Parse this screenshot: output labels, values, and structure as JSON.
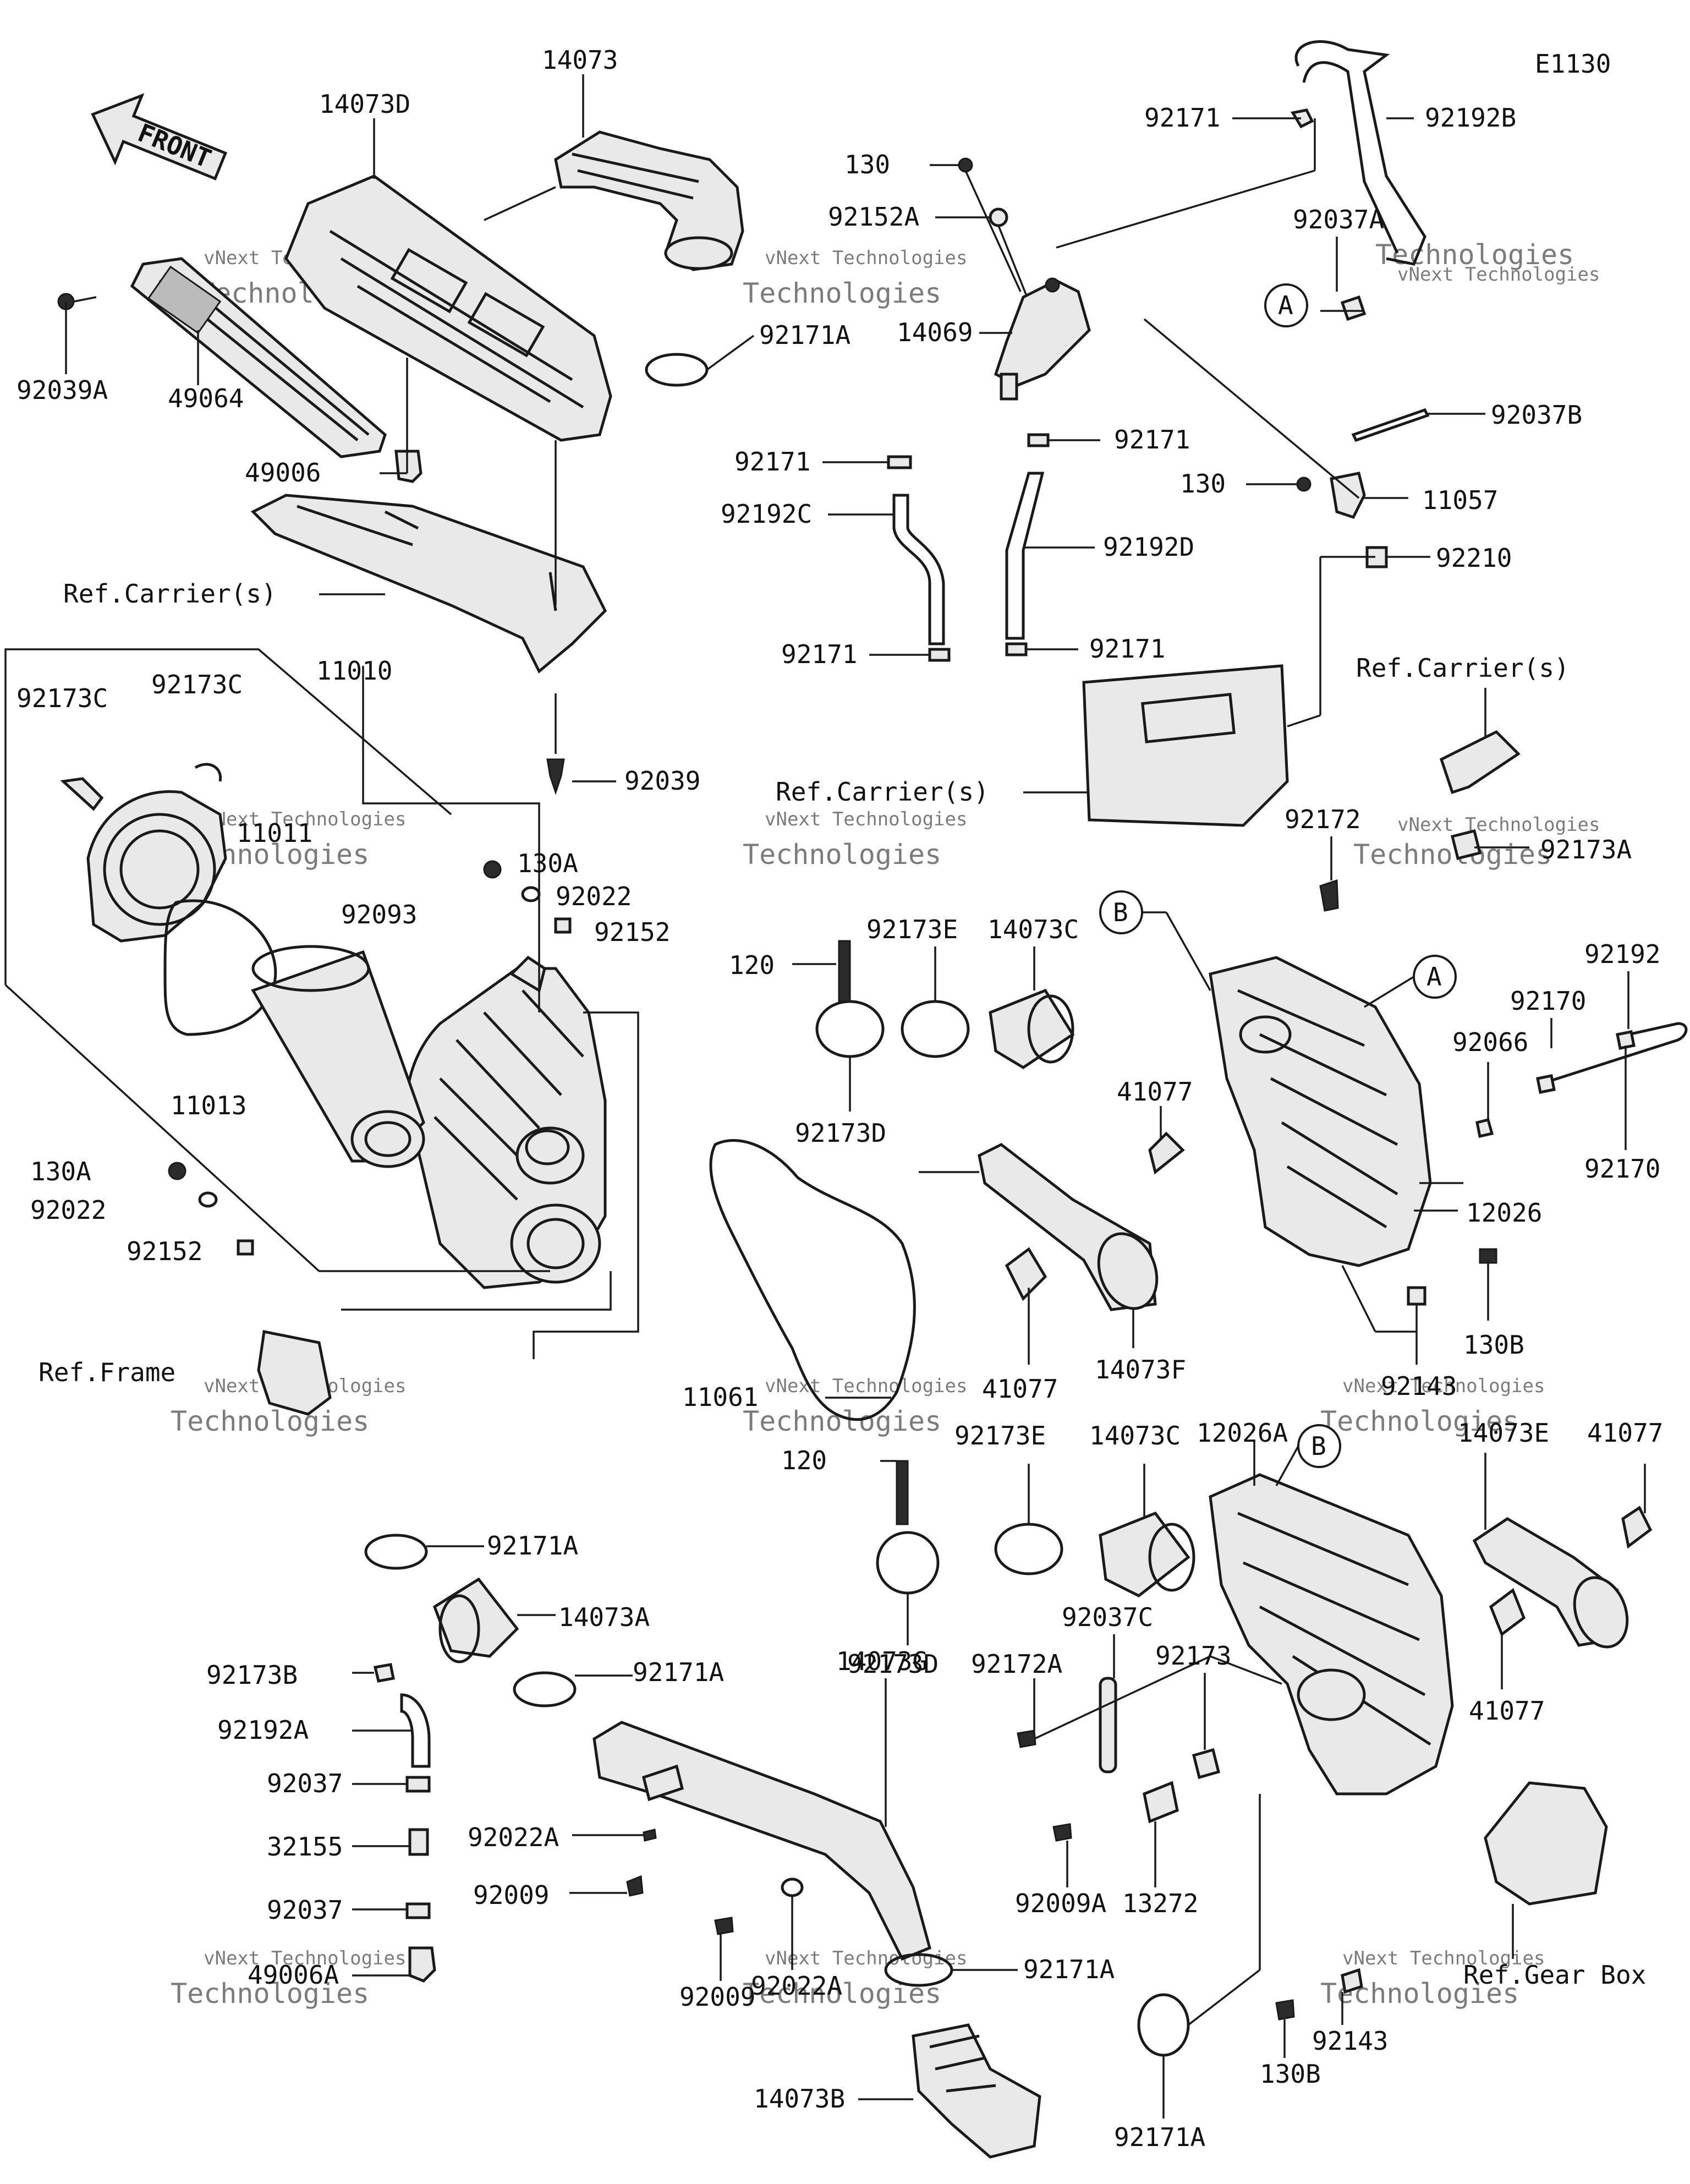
{
  "diagram_code": "E1130",
  "front_label": "FRONT",
  "watermark_line1": "vNext Technologies",
  "watermark_line2": "vNext",
  "watermark_line3": "Technologies",
  "ref_letters": [
    "A",
    "B"
  ],
  "labels": [
    {
      "id": "14073",
      "text": "14073"
    },
    {
      "id": "14073D",
      "text": "14073D"
    },
    {
      "id": "92039A",
      "text": "92039A"
    },
    {
      "id": "49064",
      "text": "49064"
    },
    {
      "id": "49006",
      "text": "49006"
    },
    {
      "id": "ref-carrier-1",
      "text": "Ref.Carrier(s)"
    },
    {
      "id": "92173C-1",
      "text": "92173C"
    },
    {
      "id": "92173C-2",
      "text": "92173C"
    },
    {
      "id": "11010",
      "text": "11010"
    },
    {
      "id": "11011",
      "text": "11011"
    },
    {
      "id": "92093",
      "text": "92093"
    },
    {
      "id": "11013",
      "text": "11013"
    },
    {
      "id": "130A-1",
      "text": "130A"
    },
    {
      "id": "92022-1",
      "text": "92022"
    },
    {
      "id": "92152-1",
      "text": "92152"
    },
    {
      "id": "130A-2",
      "text": "130A"
    },
    {
      "id": "92022-2",
      "text": "92022"
    },
    {
      "id": "92152-2",
      "text": "92152"
    },
    {
      "id": "ref-frame",
      "text": "Ref.Frame"
    },
    {
      "id": "92039",
      "text": "92039"
    },
    {
      "id": "92171A-1",
      "text": "92171A"
    },
    {
      "id": "92171-top",
      "text": "92171"
    },
    {
      "id": "92192B",
      "text": "92192B"
    },
    {
      "id": "130-1",
      "text": "130"
    },
    {
      "id": "92152A",
      "text": "92152A"
    },
    {
      "id": "92037A",
      "text": "92037A"
    },
    {
      "id": "14069",
      "text": "14069"
    },
    {
      "id": "92171-l1",
      "text": "92171"
    },
    {
      "id": "92171-r1",
      "text": "92171"
    },
    {
      "id": "92192C",
      "text": "92192C"
    },
    {
      "id": "92192D",
      "text": "92192D"
    },
    {
      "id": "92171-l2",
      "text": "92171"
    },
    {
      "id": "92171-r2",
      "text": "92171"
    },
    {
      "id": "92037B",
      "text": "92037B"
    },
    {
      "id": "130-2",
      "text": "130"
    },
    {
      "id": "11057",
      "text": "11057"
    },
    {
      "id": "92210",
      "text": "92210"
    },
    {
      "id": "ref-carrier-2",
      "text": "Ref.Carrier(s)"
    },
    {
      "id": "ref-carrier-3",
      "text": "Ref.Carrier(s)"
    },
    {
      "id": "92172",
      "text": "92172"
    },
    {
      "id": "92173A",
      "text": "92173A"
    },
    {
      "id": "92173E-1",
      "text": "92173E"
    },
    {
      "id": "14073C-1",
      "text": "14073C"
    },
    {
      "id": "120-1",
      "text": "120"
    },
    {
      "id": "92173D-1",
      "text": "92173D"
    },
    {
      "id": "92192",
      "text": "92192"
    },
    {
      "id": "92170-1",
      "text": "92170"
    },
    {
      "id": "92066",
      "text": "92066"
    },
    {
      "id": "92170-2",
      "text": "92170"
    },
    {
      "id": "41077-1",
      "text": "41077"
    },
    {
      "id": "12026",
      "text": "12026"
    },
    {
      "id": "41077-2",
      "text": "41077"
    },
    {
      "id": "14073F",
      "text": "14073F"
    },
    {
      "id": "130B-1",
      "text": "130B"
    },
    {
      "id": "92143-1",
      "text": "92143"
    },
    {
      "id": "11061",
      "text": "11061"
    },
    {
      "id": "120-2",
      "text": "120"
    },
    {
      "id": "92173E-2",
      "text": "92173E"
    },
    {
      "id": "14073C-2",
      "text": "14073C"
    },
    {
      "id": "12026A",
      "text": "12026A"
    },
    {
      "id": "14073E",
      "text": "14073E"
    },
    {
      "id": "41077-3",
      "text": "41077"
    },
    {
      "id": "92173D-2",
      "text": "92173D"
    },
    {
      "id": "92037C",
      "text": "92037C"
    },
    {
      "id": "92172A",
      "text": "92172A"
    },
    {
      "id": "92173",
      "text": "92173"
    },
    {
      "id": "41077-4",
      "text": "41077"
    },
    {
      "id": "92171A-2",
      "text": "92171A"
    },
    {
      "id": "14073A",
      "text": "14073A"
    },
    {
      "id": "92173B",
      "text": "92173B"
    },
    {
      "id": "92171A-3",
      "text": "92171A"
    },
    {
      "id": "92192A",
      "text": "92192A"
    },
    {
      "id": "14073G",
      "text": "14073G"
    },
    {
      "id": "92037-1",
      "text": "92037"
    },
    {
      "id": "92022A-1",
      "text": "92022A"
    },
    {
      "id": "32155",
      "text": "32155"
    },
    {
      "id": "92009-1",
      "text": "92009"
    },
    {
      "id": "92037-2",
      "text": "92037"
    },
    {
      "id": "49006A",
      "text": "49006A"
    },
    {
      "id": "92009-2",
      "text": "92009"
    },
    {
      "id": "92022A-2",
      "text": "92022A"
    },
    {
      "id": "92009A",
      "text": "92009A"
    },
    {
      "id": "13272",
      "text": "13272"
    },
    {
      "id": "ref-gearbox",
      "text": "Ref.Gear Box"
    },
    {
      "id": "92143-2",
      "text": "92143"
    },
    {
      "id": "130B-2",
      "text": "130B"
    },
    {
      "id": "92171A-4",
      "text": "92171A"
    },
    {
      "id": "14073B",
      "text": "14073B"
    },
    {
      "id": "92171A-5",
      "text": "92171A"
    }
  ]
}
